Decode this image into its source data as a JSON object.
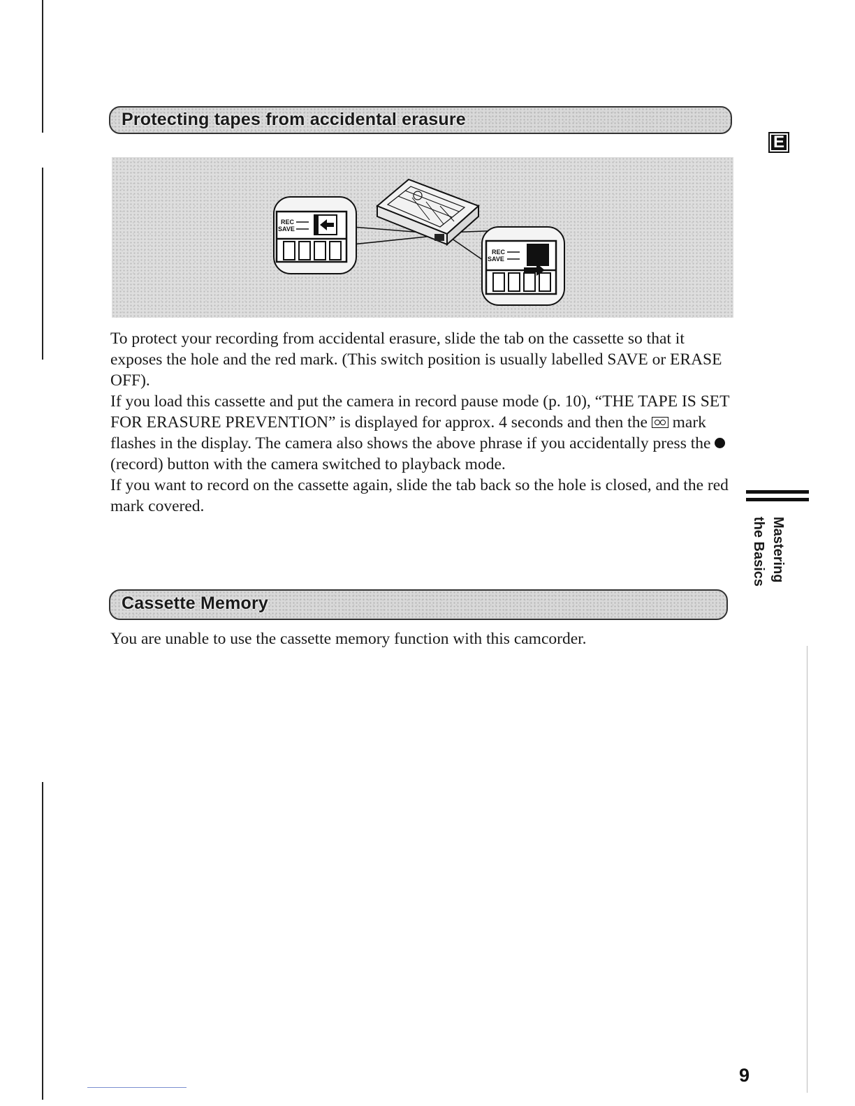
{
  "section1": {
    "title": "Protecting tapes from accidental erasure"
  },
  "figure": {
    "left_callout": {
      "rec": "REC",
      "save": "SAVE"
    },
    "right_callout": {
      "rec": "REC",
      "save": "SAVE"
    }
  },
  "body1": {
    "paragraphs": [
      "To protect your recording from accidental erasure, slide the tab on the cassette so that it exposes the hole and the red mark. (This switch position is usually labelled SAVE or ERASE OFF).",
      "If you load this cassette and put the camera in record pause mode (p. 10), “THE TAPE IS SET FOR ERASURE PREVENTION” is displayed for approx. 4 seconds and then the",
      "mark flashes in the display. The camera also shows the above phrase if you accidentally press the",
      "(record) button with the camera switched to playback mode.",
      "If you want to record on the cassette again, slide the tab back so the hole is closed, and the red mark covered."
    ]
  },
  "section2": {
    "title": "Cassette Memory"
  },
  "body2": {
    "text": "You are unable to use the cassette memory function with this camcorder."
  },
  "sidebar": {
    "language": "E",
    "tab_line1": "Mastering",
    "tab_line2": "the Basics"
  },
  "page": {
    "number": "9"
  }
}
